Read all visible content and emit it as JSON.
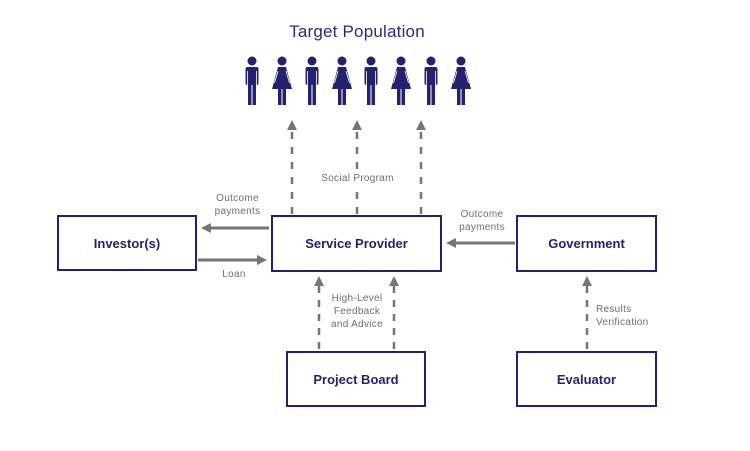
{
  "title": "Target Population",
  "population": [
    "male",
    "female",
    "male",
    "female",
    "male",
    "female",
    "male",
    "female"
  ],
  "nodes": {
    "investor": "Investor(s)",
    "service_provider": "Service Provider",
    "government": "Government",
    "project_board": "Project Board",
    "evaluator": "Evaluator"
  },
  "labels": {
    "social_program": "Social Program",
    "investor_outcome_line1": "Outcome",
    "investor_outcome_line2": "payments",
    "loan": "Loan",
    "gov_outcome_line1": "Outcome",
    "gov_outcome_line2": "payments",
    "feedback_line1": "High-Level",
    "feedback_line2": "Feedback",
    "feedback_line3": "and Advice",
    "results_line1": "Results",
    "results_line2": "Verification"
  },
  "colors": {
    "primary": "#24226e",
    "arrow": "#767676",
    "label": "#6e6e6e"
  }
}
